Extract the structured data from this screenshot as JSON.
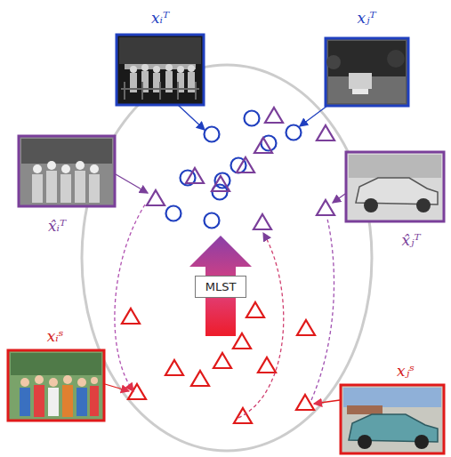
{
  "diagram": {
    "nodes": [
      {
        "text": [
          "MLST"
        ]
      }
    ],
    "labels": [
      "xᵢᵀ",
      "xⱼᵀ",
      "x̂ᵢᵀ",
      "x̂ⱼᵀ",
      "xᵢˢ",
      "xⱼˢ"
    ]
  }
}
